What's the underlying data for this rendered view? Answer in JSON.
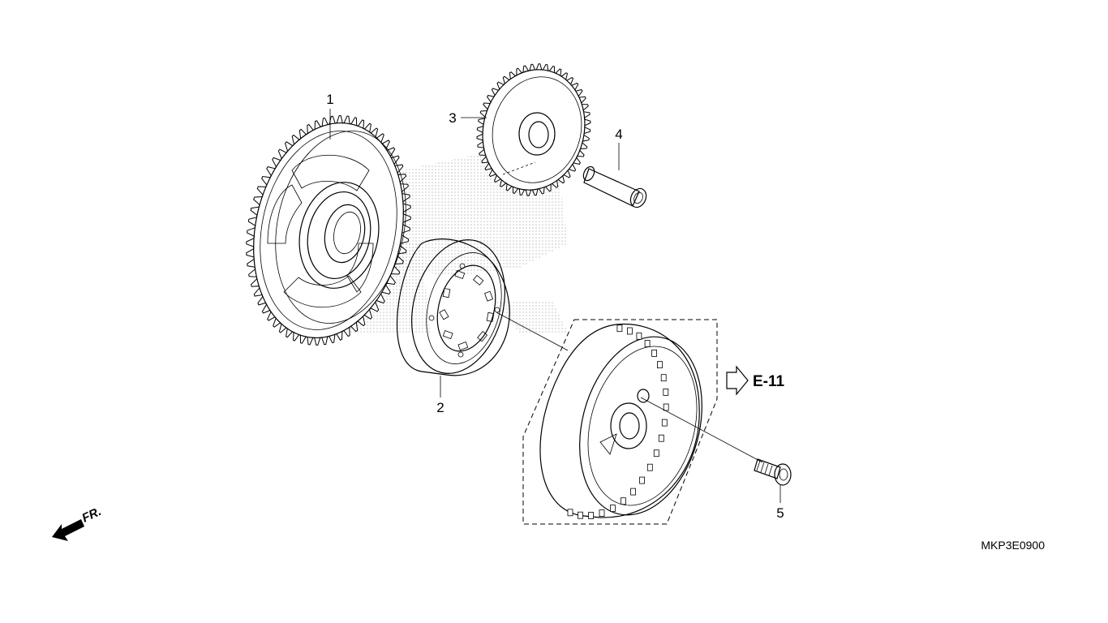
{
  "callouts": [
    {
      "id": "1",
      "label": "1"
    },
    {
      "id": "2",
      "label": "2"
    },
    {
      "id": "3",
      "label": "3"
    },
    {
      "id": "4",
      "label": "4"
    },
    {
      "id": "5",
      "label": "5"
    }
  ],
  "reference": {
    "label": "E-11"
  },
  "direction": {
    "label": "FR."
  },
  "diagram_code": "MKP3E0900"
}
